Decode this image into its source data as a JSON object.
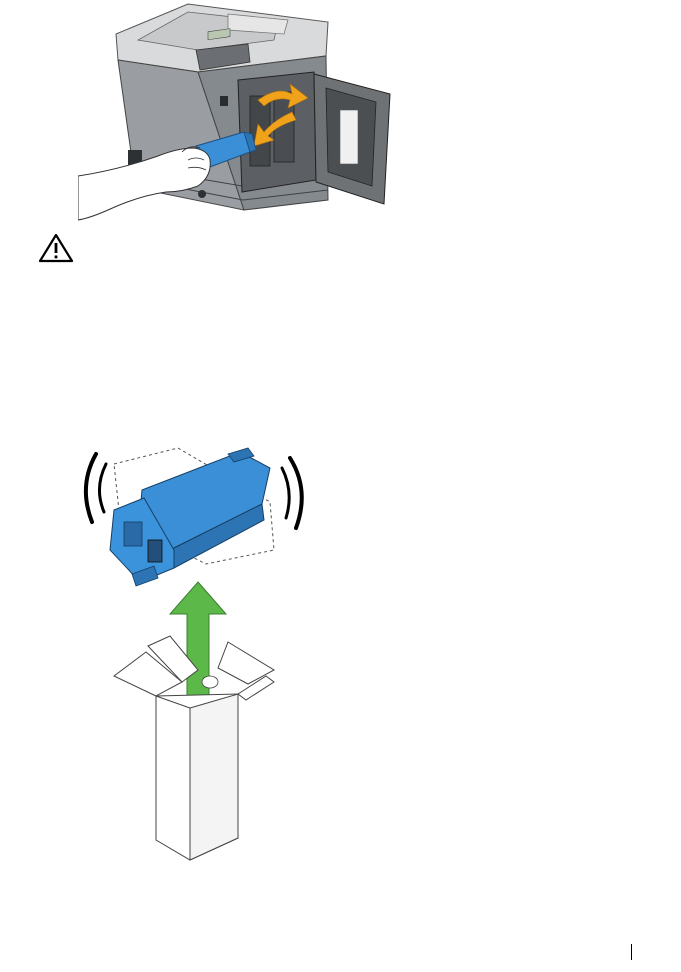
{
  "page": {
    "figures": [
      {
        "name": "remove-toner-from-printer",
        "icon": "printer-illustration"
      },
      {
        "name": "shake-new-toner-cartridge",
        "icon": "toner-unbox-illustration"
      }
    ],
    "icons": {
      "warning": "warning-triangle-icon"
    },
    "colors": {
      "toner": "#3a8fd6",
      "arrow_orange": "#f0a21a",
      "arrow_green": "#5db84a",
      "printer_body": "#8f9498"
    }
  }
}
